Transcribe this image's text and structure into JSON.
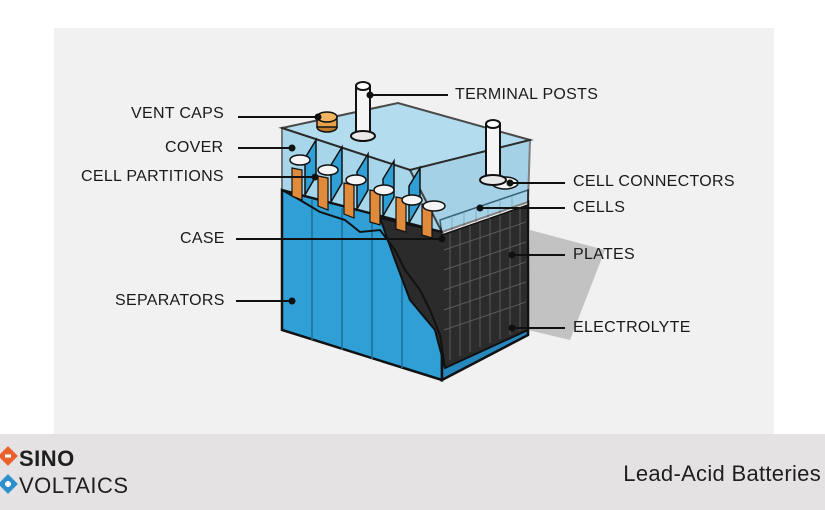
{
  "diagram": {
    "labels_left": {
      "vent_caps": "VENT CAPS",
      "cover": "COVER",
      "cell_partitions": "CELL PARTITIONS",
      "case": "CASE",
      "separators": "SEPARATORS"
    },
    "labels_right": {
      "terminal_posts": "TERMINAL POSTS",
      "cell_connectors": "CELL CONNECTORS",
      "cells": "CELLS",
      "plates": "PLATES",
      "electrolyte": "ELECTROLYTE"
    },
    "colors": {
      "case_blue": "#2f9fd6",
      "case_dark": "#1c6e99",
      "plate_orange": "#e08a3c",
      "plates_dark": "#2b2b2b",
      "panel_bg": "#f1f1f1"
    }
  },
  "footer": {
    "brand_line1": "SINO",
    "brand_line2": "VOLTAICS",
    "brand_colors": [
      "#e8632b",
      "#2d8fd0"
    ],
    "title": "Lead-Acid Batteries"
  }
}
